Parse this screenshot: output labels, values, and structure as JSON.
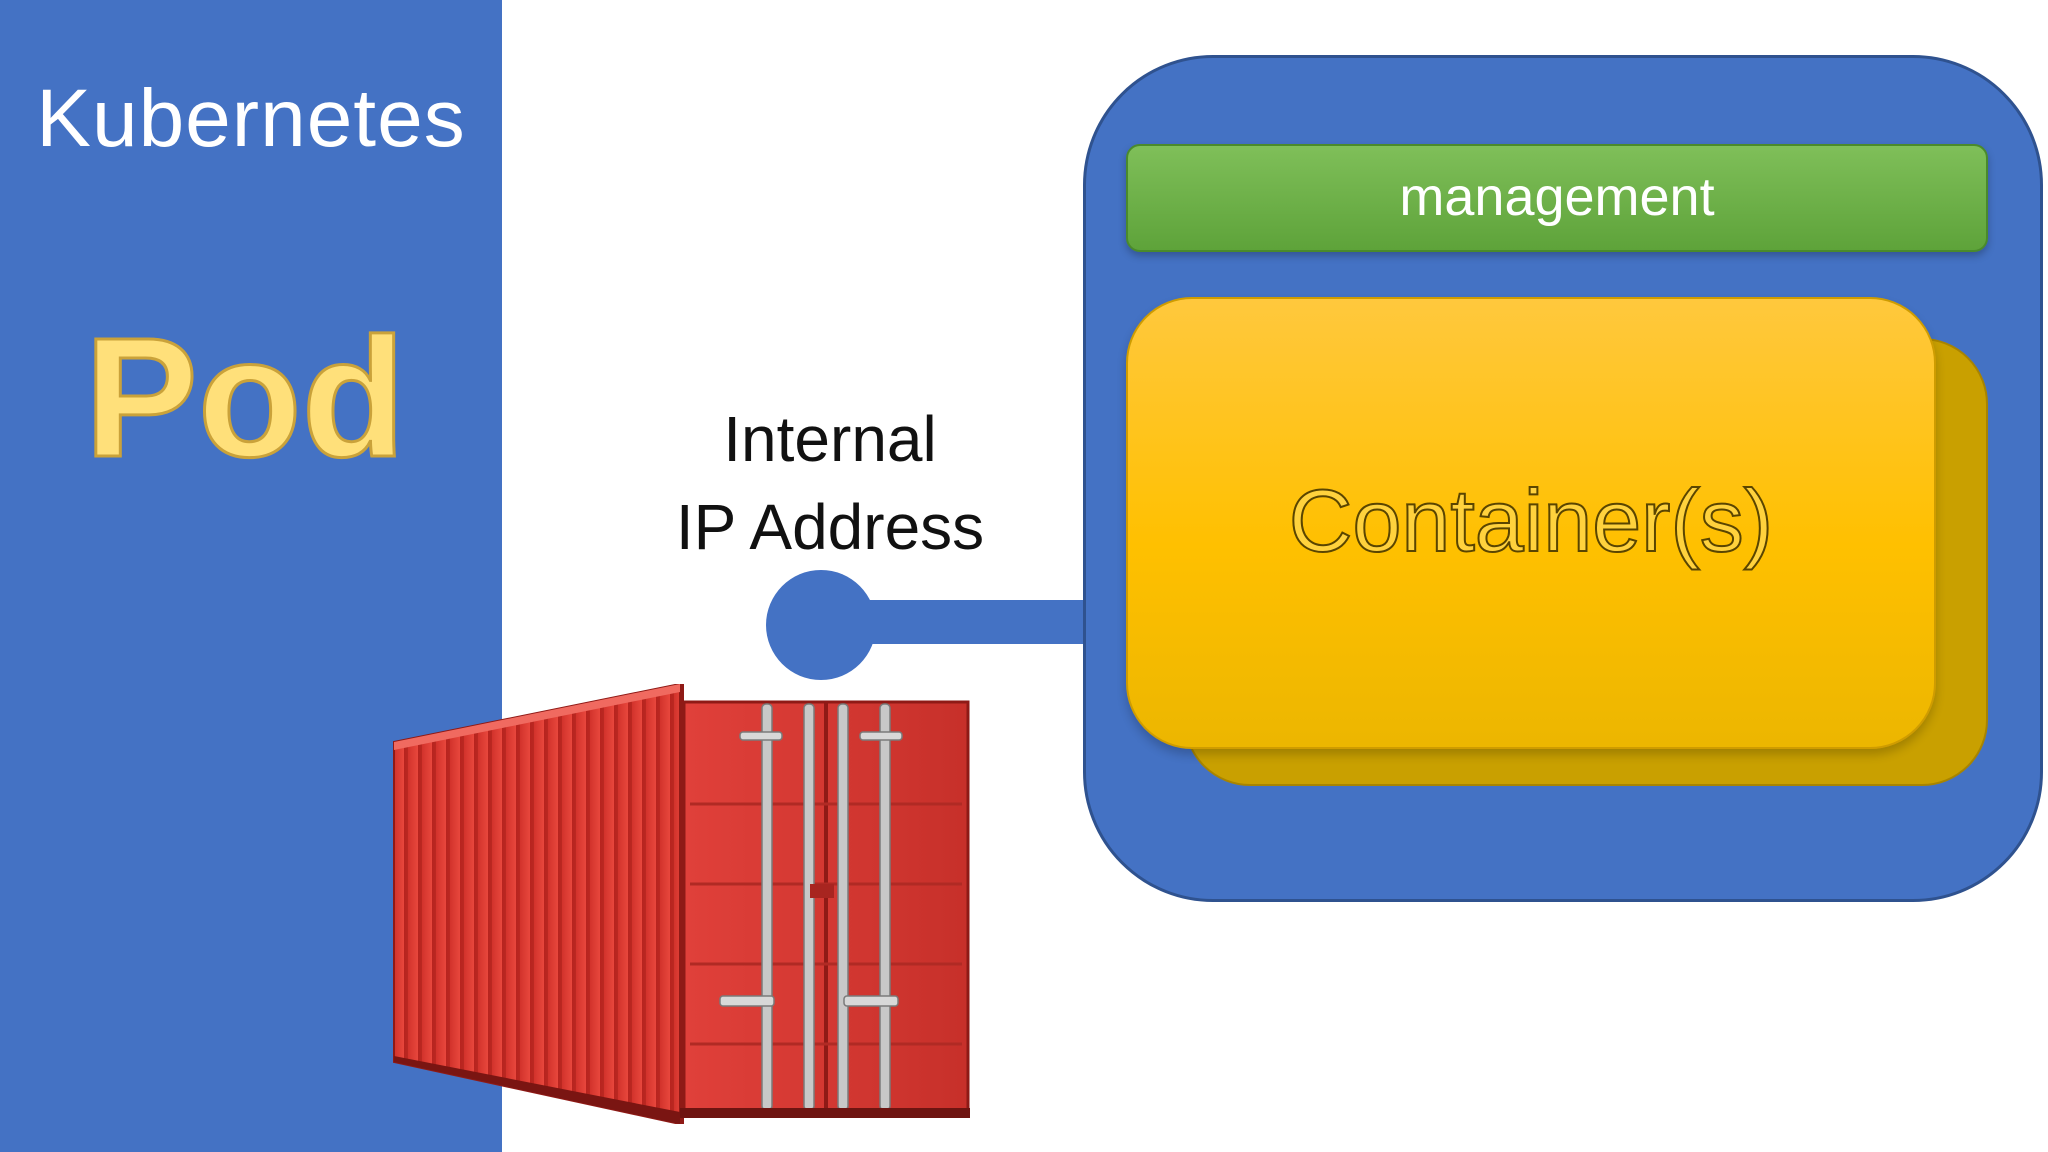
{
  "sidebar": {
    "title": "Kubernetes",
    "heading": "Pod"
  },
  "connector": {
    "label_line1": "Internal",
    "label_line2": "IP Address"
  },
  "pod": {
    "management_label": "management",
    "container_label": "Container(s)"
  },
  "colors": {
    "blue": "#4472c4",
    "green": "#70ad47",
    "yellow": "#ffc000",
    "pod_text": "#ffe07a",
    "shipping_container": "#e03a33"
  },
  "icons": {
    "illustration": "shipping-container-icon"
  }
}
